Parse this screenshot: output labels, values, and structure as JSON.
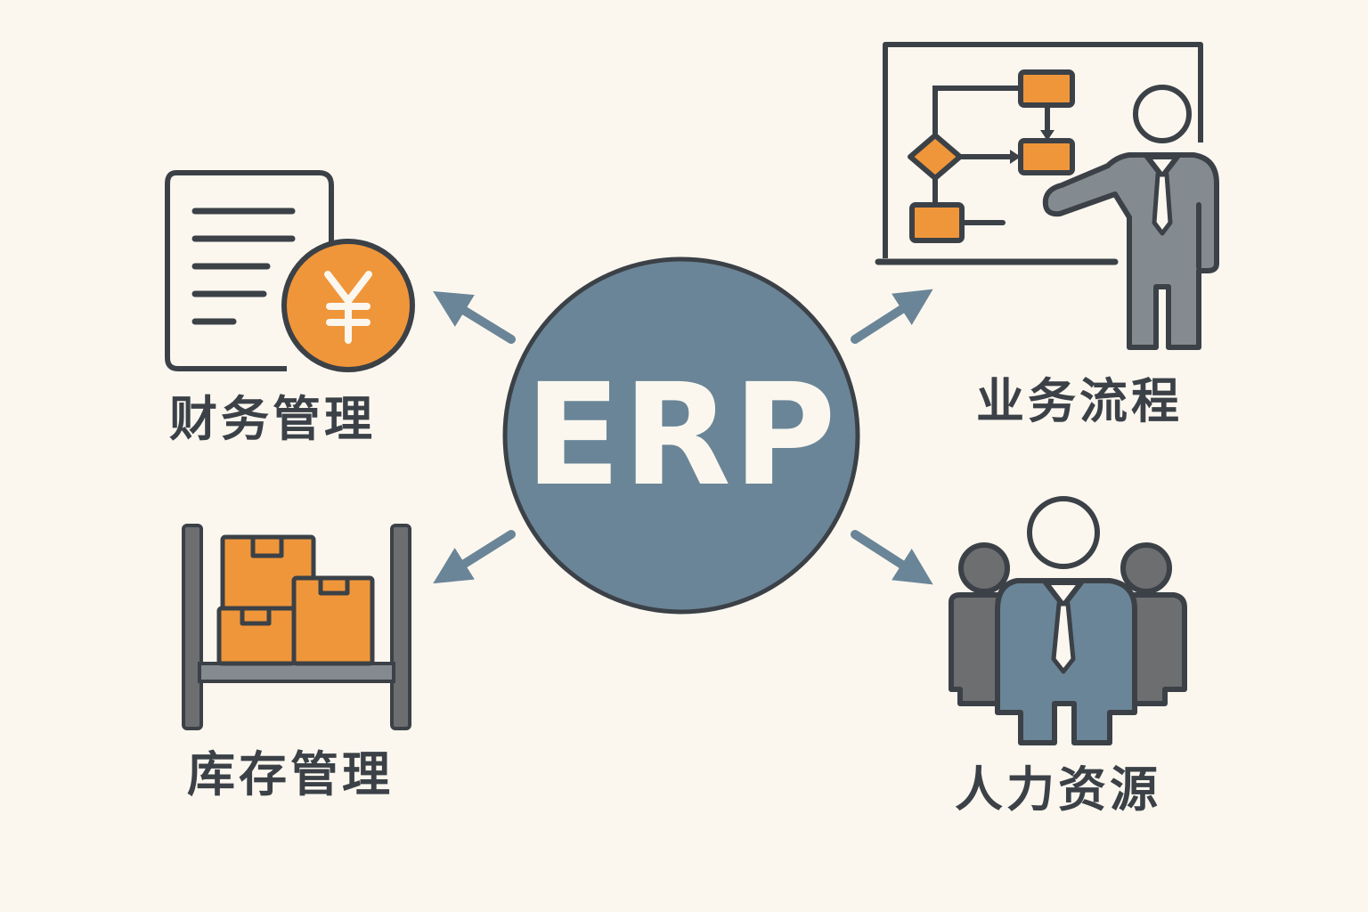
{
  "center": {
    "title": "ERP"
  },
  "modules": [
    {
      "id": "finance",
      "label": "财务管理",
      "icon": "invoice-yen-icon"
    },
    {
      "id": "business",
      "label": "业务流程",
      "icon": "flowchart-presenter-icon"
    },
    {
      "id": "inventory",
      "label": "库存管理",
      "icon": "warehouse-shelf-boxes-icon"
    },
    {
      "id": "hr",
      "label": "人力资源",
      "icon": "team-people-icon"
    }
  ],
  "icons": {
    "yen_symbol": "¥"
  },
  "colors": {
    "background": "#fbf7ef",
    "circle": "#6a8597",
    "outline": "#3b4147",
    "accent_orange": "#f0963a",
    "arrow": "#6a8597",
    "gray_suit": "#848b90",
    "dark_gray": "#6c6e70",
    "label_text": "#3b4147",
    "center_text": "#fbf7ef"
  }
}
